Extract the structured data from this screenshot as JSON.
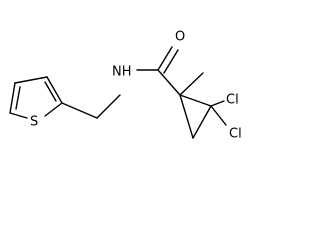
{
  "molecule": {
    "atoms": {
      "sulfur": "S",
      "amide_nitrogen": "NH",
      "carbonyl_oxygen": "O",
      "chlorine_top": "Cl",
      "chlorine_bottom": "Cl"
    }
  }
}
